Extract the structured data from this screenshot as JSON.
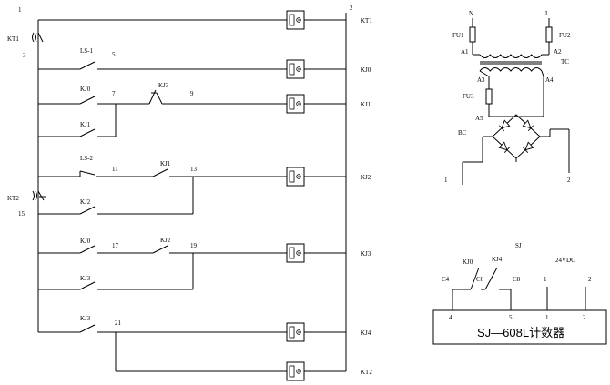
{
  "ladder": {
    "node_top_left": "1",
    "node_top_right": "2",
    "kt1_contact": "KT1",
    "node_3": "3",
    "kt2_contact": "KT2",
    "node_15": "15",
    "rows": [
      {
        "coil": "KT1"
      },
      {
        "c1": "LS-1",
        "n1": "5",
        "coil": "KJ0"
      },
      {
        "c1": "KJ0",
        "n1": "7",
        "c2": "KJ3",
        "n2": "9",
        "hold": "KJ1",
        "coil": "KJ1"
      },
      {
        "c1": "LS-2",
        "n1": "11",
        "c2": "KJ1",
        "n2": "13",
        "hold": "KJ2",
        "coil": "KJ2"
      },
      {
        "c1": "KJ0",
        "n1": "17",
        "c2": "KJ2",
        "n2": "19",
        "hold": "KJ3",
        "coil": "KJ3"
      },
      {
        "c1": "KJ3",
        "n1": "21",
        "coil": "KJ4"
      },
      {
        "coil": "KT2"
      }
    ]
  },
  "power": {
    "N": "N",
    "L": "L",
    "FU1": "FU1",
    "FU2": "FU2",
    "A1": "A1",
    "A2": "A2",
    "TC": "TC",
    "A3": "A3",
    "A4": "A4",
    "FU3": "FU3",
    "A5": "A5",
    "BC": "BC",
    "out1": "1",
    "out2": "2"
  },
  "counter": {
    "SJ": "SJ",
    "KJ0": "KJ0",
    "KJ4": "KJ4",
    "C4": "C4",
    "C6": "C6",
    "C8": "C8",
    "t1": "1",
    "vdc": "24VDC",
    "t2": "2",
    "p4": "4",
    "p5": "5",
    "p1": "1",
    "p2": "2",
    "label": "SJ—608L计数器"
  }
}
